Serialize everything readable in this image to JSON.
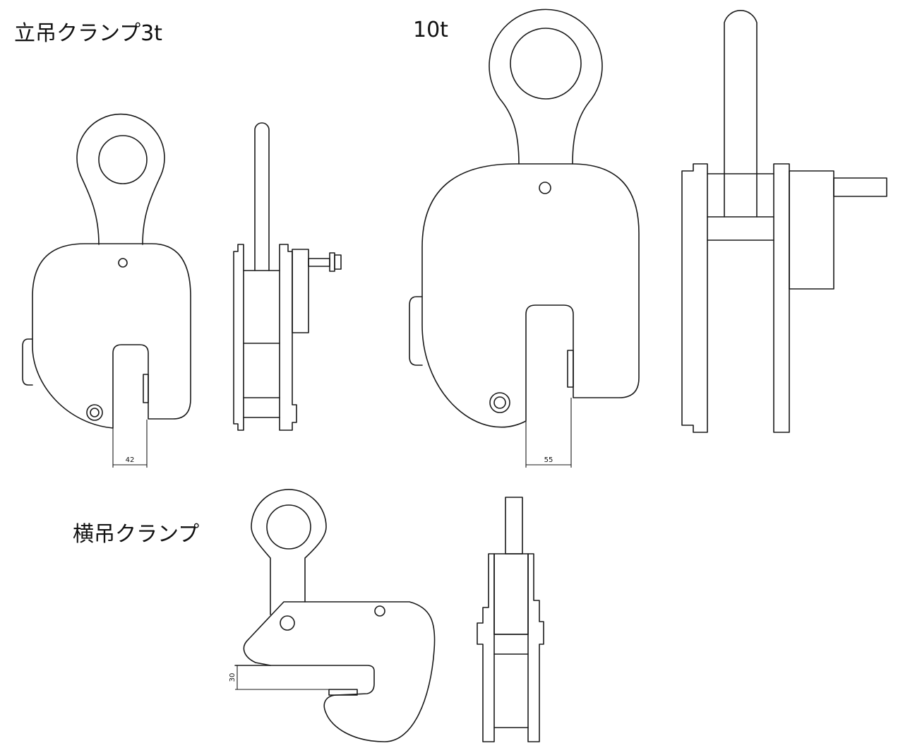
{
  "labels": {
    "vertical_clamp_3t": "立吊クランプ3t",
    "capacity_10t": "10t",
    "horizontal_clamp": "横吊クランプ"
  },
  "dimensions": {
    "jaw_opening_3t": "42",
    "jaw_opening_10t": "55",
    "jaw_opening_horizontal": "30"
  }
}
